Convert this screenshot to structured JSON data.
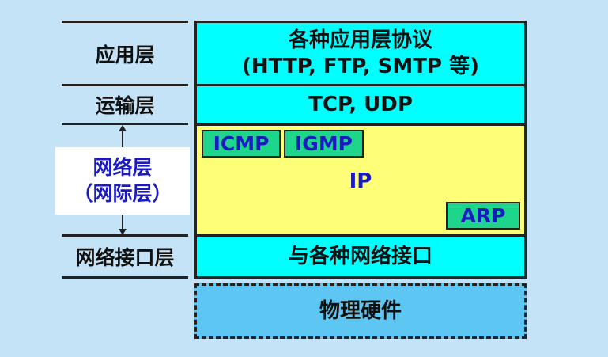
{
  "left_labels": {
    "application": "应用层",
    "transport": "运输层",
    "network_line1": "网络层",
    "network_line2": "（网际层）",
    "link": "网络接口层"
  },
  "layers": {
    "application_line1": "各种应用层协议",
    "application_line2": "(HTTP, FTP, SMTP 等)",
    "transport": "TCP, UDP",
    "network": "IP",
    "network_icmp": "ICMP",
    "network_igmp": "IGMP",
    "network_arp": "ARP",
    "link": "与各种网络接口",
    "physical": "物理硬件"
  },
  "colors": {
    "background": "#c5e3f6",
    "application_box": "#00ffff",
    "network_box": "#ffff77",
    "sub_protocol_box": "#1dd58b",
    "physical_box": "#5ec6f2",
    "network_label_text": "#1a1ac0"
  }
}
